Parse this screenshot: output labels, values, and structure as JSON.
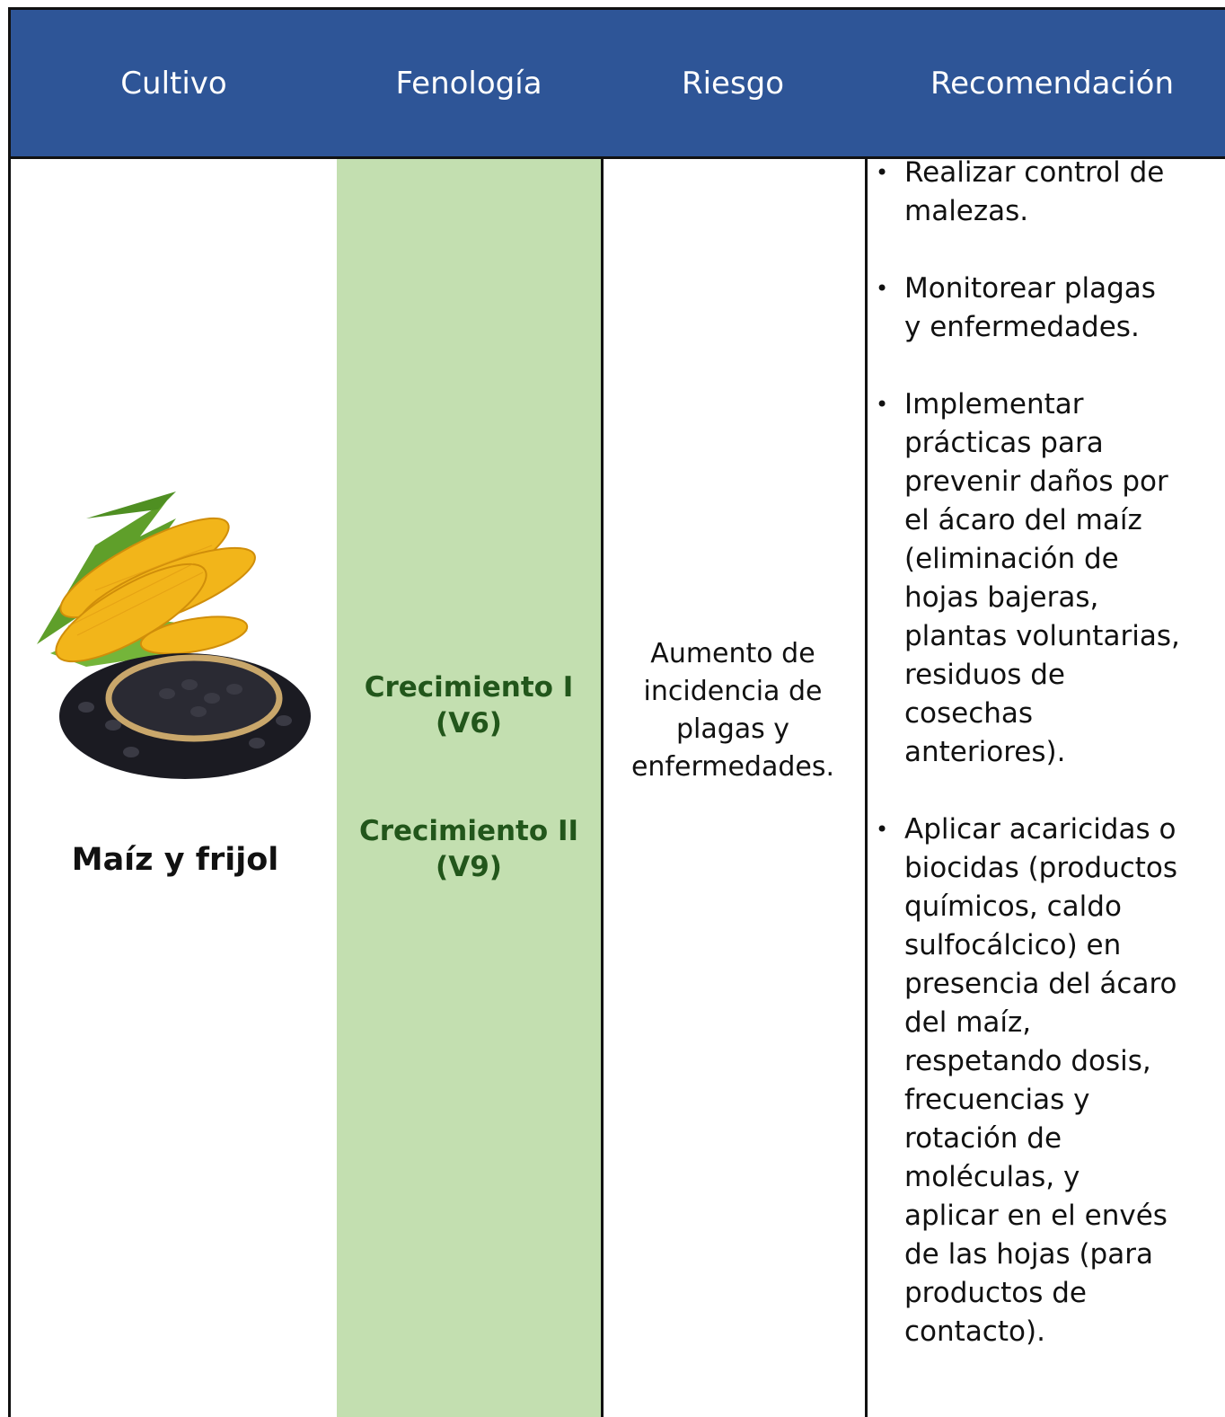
{
  "table": {
    "headers": [
      "Cultivo",
      "Fenología",
      "Riesgo",
      "Recomendación"
    ],
    "crop": "Maíz y frijol",
    "phenology": [
      {
        "line1": "Crecimiento I",
        "line2": "(V6)"
      },
      {
        "line1": "Crecimiento II",
        "line2": "(V9)"
      }
    ],
    "risk": [
      "Aumento de",
      "incidencia de",
      "plagas y",
      "enfermedades."
    ],
    "recommendations": [
      [
        "Realizar control de",
        "malezas."
      ],
      [
        "Monitorear  plagas",
        "y enfermedades."
      ],
      [
        "Implementar",
        "prácticas para",
        "prevenir daños por",
        "el ácaro del maíz",
        "(eliminación de",
        "hojas bajeras,",
        "plantas voluntarias,",
        "residuos de",
        "cosechas",
        "anteriores)."
      ],
      [
        "Aplicar acaricidas o",
        "biocidas (productos",
        "químicos, caldo",
        "sulfocálcico) en",
        "presencia del ácaro",
        "del maíz,",
        "respetando dosis,",
        "frecuencias y",
        "rotación de",
        "moléculas, y",
        "aplicar en el envés",
        "de las hojas (para",
        "productos de",
        "contacto)."
      ]
    ]
  },
  "colors": {
    "header_bg": "#2e5597",
    "phenology_bg": "#c3dfb0",
    "phenology_text": "#22561b"
  },
  "images": [
    "corn-cobs",
    "black-beans"
  ]
}
